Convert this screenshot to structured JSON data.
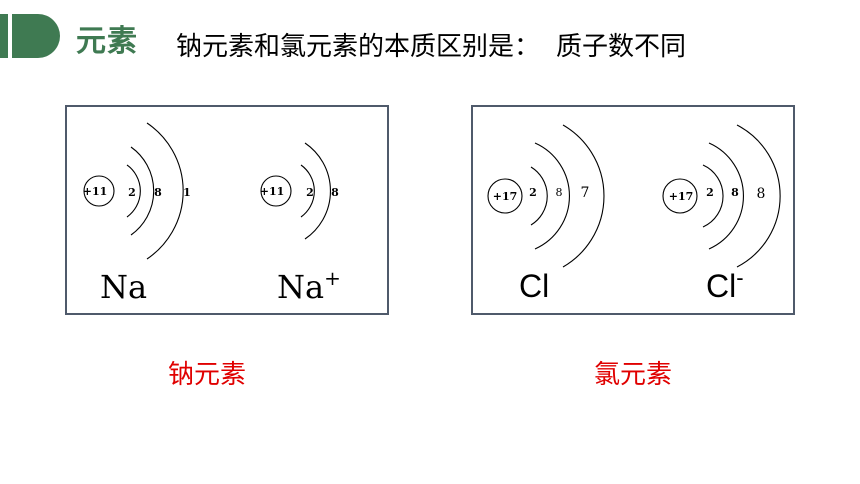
{
  "header": {
    "title": "元素",
    "statement": "钠元素和氯元素的本质区别是：",
    "answer": "质子数不同"
  },
  "panels": [
    {
      "id": "sodium",
      "atoms": [
        {
          "nucleus": "+11",
          "shells": [
            "2",
            "8",
            "1"
          ],
          "symbol": "Na",
          "charge": ""
        },
        {
          "nucleus": "+11",
          "shells": [
            "2",
            "8"
          ],
          "symbol": "Na",
          "charge": "+"
        }
      ],
      "caption": "钠元素"
    },
    {
      "id": "chlorine",
      "atoms": [
        {
          "nucleus": "+17",
          "shells": [
            "2",
            "8",
            "7"
          ],
          "symbol": "Cl",
          "charge": ""
        },
        {
          "nucleus": "+17",
          "shells": [
            "2",
            "8",
            "8"
          ],
          "symbol": "Cl",
          "charge": "-"
        }
      ],
      "caption": "氯元素"
    }
  ],
  "colors": {
    "accent": "#3f7a52",
    "caption": "#e00000",
    "frame": "#4f5a6b"
  }
}
